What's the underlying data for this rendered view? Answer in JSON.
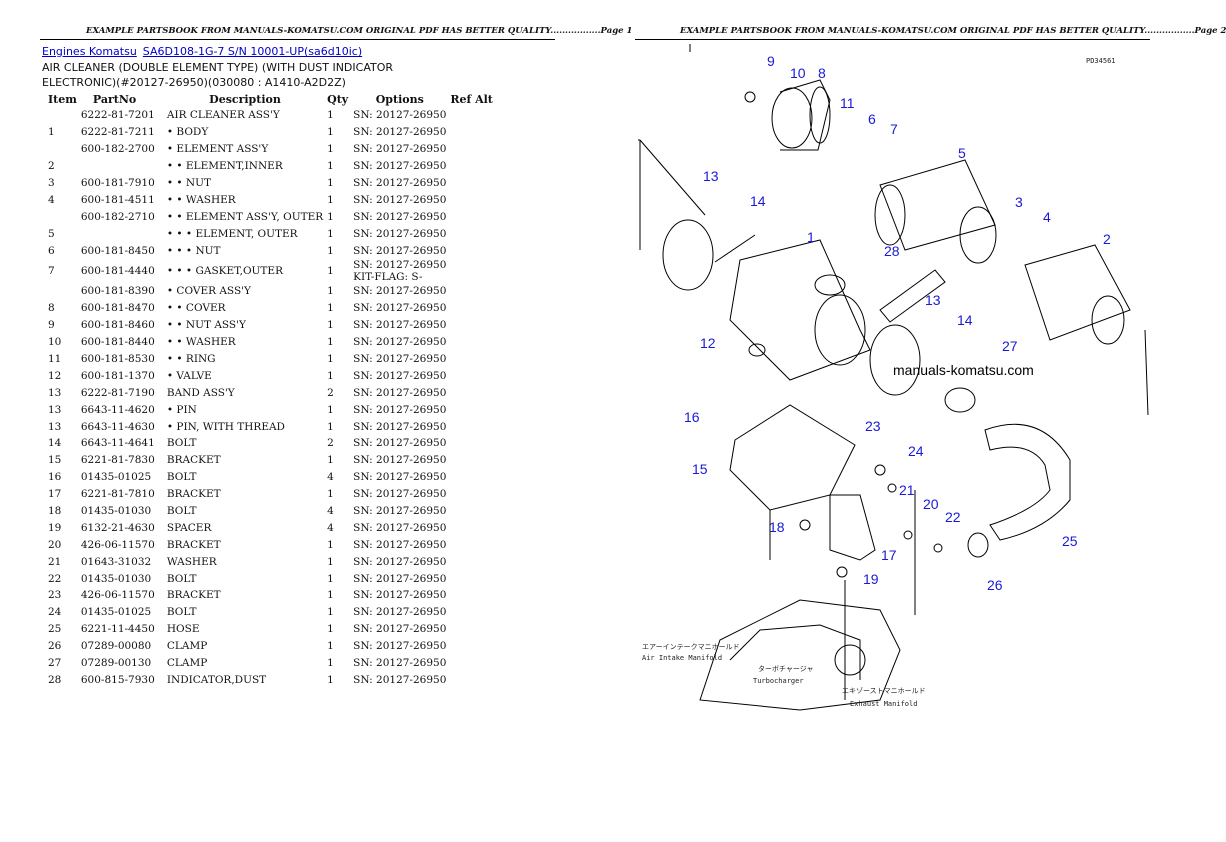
{
  "header": {
    "left": "EXAMPLE PARTSBOOK FROM MANUALS-KOMATSU.COM ORIGINAL PDF HAS BETTER QUALITY.................Page 1",
    "right": "EXAMPLE PARTSBOOK FROM MANUALS-KOMATSU.COM ORIGINAL PDF HAS BETTER QUALITY.................Page 2"
  },
  "breadcrumb": {
    "link1": "Engines Komatsu",
    "link2": "SA6D108-1G-7 S/N 10001-UP(sa6d10ic)"
  },
  "title": "AIR CLEANER (DOUBLE ELEMENT TYPE) (WITH DUST INDICATOR ELECTRONIC)(#20127-26950)(030080 : A1410-A2D2Z)",
  "table": {
    "headers": [
      "Item",
      "PartNo",
      "Description",
      "Qty",
      "Options",
      "Ref Alt"
    ],
    "rows": [
      [
        "",
        "6222-81-7201",
        "AIR CLEANER ASS'Y",
        "1",
        "SN: 20127-26950",
        ""
      ],
      [
        "1",
        "6222-81-7211",
        "• BODY",
        "1",
        "SN: 20127-26950",
        ""
      ],
      [
        "",
        "600-182-2700",
        "• ELEMENT ASS'Y",
        "1",
        "SN: 20127-26950",
        ""
      ],
      [
        "2",
        "",
        "• • ELEMENT,INNER",
        "1",
        "SN: 20127-26950",
        ""
      ],
      [
        "3",
        "600-181-7910",
        "• • NUT",
        "1",
        "SN: 20127-26950",
        ""
      ],
      [
        "4",
        "600-181-4511",
        "• • WASHER",
        "1",
        "SN: 20127-26950",
        ""
      ],
      [
        "",
        "600-182-2710",
        "• • ELEMENT ASS'Y, OUTER",
        "1",
        "SN: 20127-26950",
        ""
      ],
      [
        "5",
        "",
        "• • • ELEMENT, OUTER",
        "1",
        "SN: 20127-26950",
        ""
      ],
      [
        "6",
        "600-181-8450",
        "• • • NUT",
        "1",
        "SN: 20127-26950",
        ""
      ],
      [
        "7",
        "600-181-4440",
        "• • • GASKET,OUTER",
        "1",
        "SN: 20127-26950 KIT-FLAG: S-",
        ""
      ],
      [
        "",
        "600-181-8390",
        "• COVER ASS'Y",
        "1",
        "SN: 20127-26950",
        ""
      ],
      [
        "8",
        "600-181-8470",
        "• • COVER",
        "1",
        "SN: 20127-26950",
        ""
      ],
      [
        "9",
        "600-181-8460",
        "• • NUT ASS'Y",
        "1",
        "SN: 20127-26950",
        ""
      ],
      [
        "10",
        "600-181-8440",
        "• • WASHER",
        "1",
        "SN: 20127-26950",
        ""
      ],
      [
        "11",
        "600-181-8530",
        "• • RING",
        "1",
        "SN: 20127-26950",
        ""
      ],
      [
        "12",
        "600-181-1370",
        "• VALVE",
        "1",
        "SN: 20127-26950",
        ""
      ],
      [
        "13",
        "6222-81-7190",
        "BAND ASS'Y",
        "2",
        "SN: 20127-26950",
        ""
      ],
      [
        "13",
        "6643-11-4620",
        "• PIN",
        "1",
        "SN: 20127-26950",
        ""
      ],
      [
        "13",
        "6643-11-4630",
        "• PIN, WITH THREAD",
        "1",
        "SN: 20127-26950",
        ""
      ],
      [
        "14",
        "6643-11-4641",
        "BOLT",
        "2",
        "SN: 20127-26950",
        ""
      ],
      [
        "15",
        "6221-81-7830",
        "BRACKET",
        "1",
        "SN: 20127-26950",
        ""
      ],
      [
        "16",
        "01435-01025",
        "BOLT",
        "4",
        "SN: 20127-26950",
        ""
      ],
      [
        "17",
        "6221-81-7810",
        "BRACKET",
        "1",
        "SN: 20127-26950",
        ""
      ],
      [
        "18",
        "01435-01030",
        "BOLT",
        "4",
        "SN: 20127-26950",
        ""
      ],
      [
        "19",
        "6132-21-4630",
        "SPACER",
        "4",
        "SN: 20127-26950",
        ""
      ],
      [
        "20",
        "426-06-11570",
        "BRACKET",
        "1",
        "SN: 20127-26950",
        ""
      ],
      [
        "21",
        "01643-31032",
        "WASHER",
        "1",
        "SN: 20127-26950",
        ""
      ],
      [
        "22",
        "01435-01030",
        "BOLT",
        "1",
        "SN: 20127-26950",
        ""
      ],
      [
        "23",
        "426-06-11570",
        "BRACKET",
        "1",
        "SN: 20127-26950",
        ""
      ],
      [
        "24",
        "01435-01025",
        "BOLT",
        "1",
        "SN: 20127-26950",
        ""
      ],
      [
        "25",
        "6221-11-4450",
        "HOSE",
        "1",
        "SN: 20127-26950",
        ""
      ],
      [
        "26",
        "07289-00080",
        "CLAMP",
        "1",
        "SN: 20127-26950",
        ""
      ],
      [
        "27",
        "07289-00130",
        "CLAMP",
        "1",
        "SN: 20127-26950",
        ""
      ],
      [
        "28",
        "600-815-7930",
        "INDICATOR,DUST",
        "1",
        "SN: 20127-26950",
        ""
      ]
    ]
  },
  "diagram": {
    "code": "PD34561",
    "watermark": "manuals-komatsu.com",
    "callouts": [
      "9",
      "10",
      "8",
      "11",
      "6",
      "7",
      "5",
      "13",
      "14",
      "1",
      "28",
      "3",
      "4",
      "2",
      "13",
      "12",
      "14",
      "27",
      "16",
      "15",
      "23",
      "24",
      "21",
      "20",
      "22",
      "18",
      "17",
      "19",
      "25",
      "26"
    ],
    "labels": {
      "air_intake_jp": "エアーインテークマニホールド",
      "air_intake": "Air Intake Manifold",
      "turbo_jp": "ターボチャージャ",
      "turbo": "Turbocharger",
      "exhaust_jp": "エキゾーストマニホールド",
      "exhaust": "Exhaust Manifold"
    }
  }
}
